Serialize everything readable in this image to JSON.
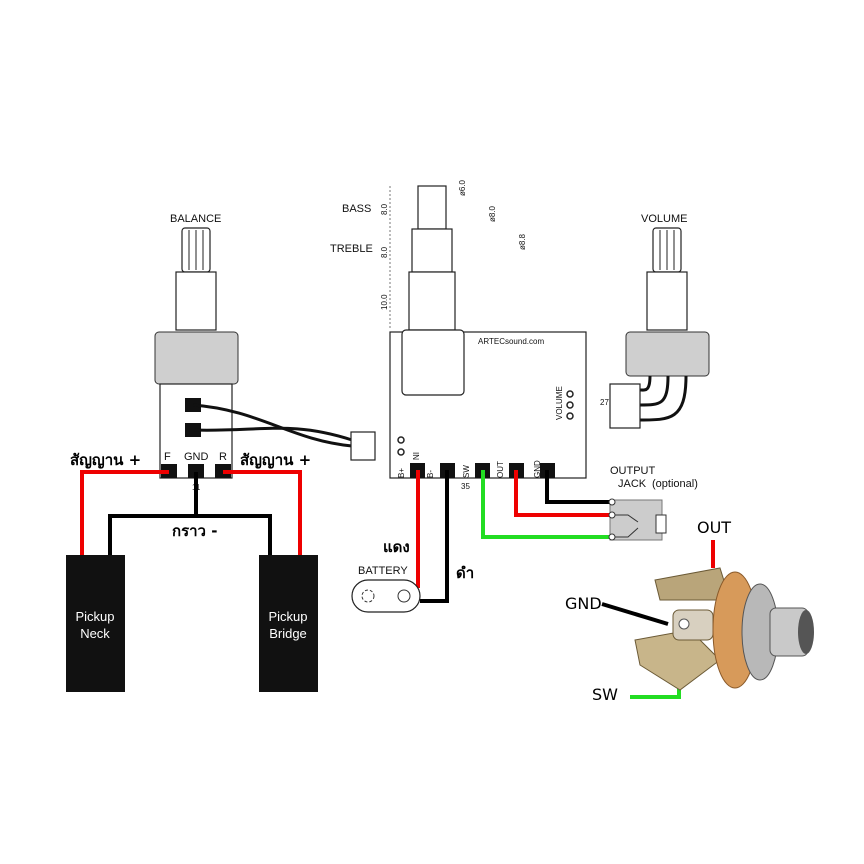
{
  "balance_pot": {
    "title": "BALANCE",
    "lug_f": "F",
    "lug_gnd": "GND",
    "lug_r": "R",
    "dim": "11"
  },
  "labels": {
    "signal_left": "สัญญาน +",
    "signal_right": "สัญญาน +",
    "ground": "กราว -",
    "red": "แดง",
    "black": "ดำ"
  },
  "pickups": {
    "neck": [
      "Pickup",
      "Neck"
    ],
    "bridge": [
      "Pickup",
      "Bridge"
    ]
  },
  "preamp": {
    "bass": "BASS",
    "treble": "TREBLE",
    "dims": [
      "8.0",
      "8.0",
      "10.0"
    ],
    "diameters": [
      "ø6.0",
      "ø8.0",
      "ø8.8"
    ],
    "brand": "ARTECsound.com",
    "volume": "VOLUME",
    "in": "IN",
    "pins": [
      "B+",
      "B-",
      "SW",
      "OUT",
      "GND"
    ],
    "width": "35",
    "height": "27"
  },
  "volume_pot": {
    "title": "VOLUME"
  },
  "battery": {
    "label": "BATTERY"
  },
  "output_jack": {
    "line1": "OUTPUT",
    "line2": "JACK",
    "optional": "(optional)"
  },
  "jack_photo": {
    "out": "OUT",
    "gnd": "GND",
    "sw": "SW"
  },
  "colors": {
    "red": "#ee0000",
    "black": "#000000",
    "green": "#22dd22"
  }
}
